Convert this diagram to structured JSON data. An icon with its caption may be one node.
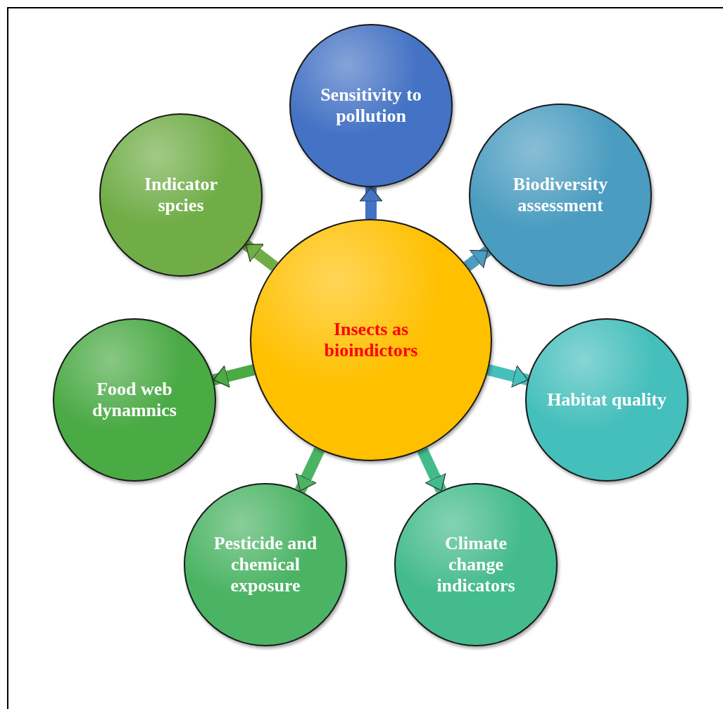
{
  "diagram": {
    "nodes": [
      {
        "text": [
          "Insects as bioindictors"
        ]
      },
      {
        "text": [
          "Sensitivity to pollution"
        ]
      },
      {
        "text": [
          "Biodiversity assessment"
        ]
      },
      {
        "text": [
          "Habitat quality"
        ]
      },
      {
        "text": [
          "Climate change indicators"
        ]
      },
      {
        "text": [
          "Pesticide and chemical exposure"
        ]
      },
      {
        "text": [
          "Food web dynamnics"
        ]
      },
      {
        "text": [
          "Indicator spcies"
        ]
      }
    ],
    "edges": [
      {
        "from": 0,
        "to": 1,
        "arrow": "to",
        "color": "#4472c4"
      },
      {
        "from": 0,
        "to": 2,
        "arrow": "to",
        "color": "#4a9cc0"
      },
      {
        "from": 0,
        "to": 3,
        "arrow": "to",
        "color": "#45bfbc"
      },
      {
        "from": 0,
        "to": 4,
        "arrow": "to",
        "color": "#44bb8c"
      },
      {
        "from": 0,
        "to": 5,
        "arrow": "to",
        "color": "#4bb464"
      },
      {
        "from": 0,
        "to": 6,
        "arrow": "to",
        "color": "#4aaa44"
      },
      {
        "from": 0,
        "to": 7,
        "arrow": "to",
        "color": "#70ad47"
      }
    ]
  }
}
